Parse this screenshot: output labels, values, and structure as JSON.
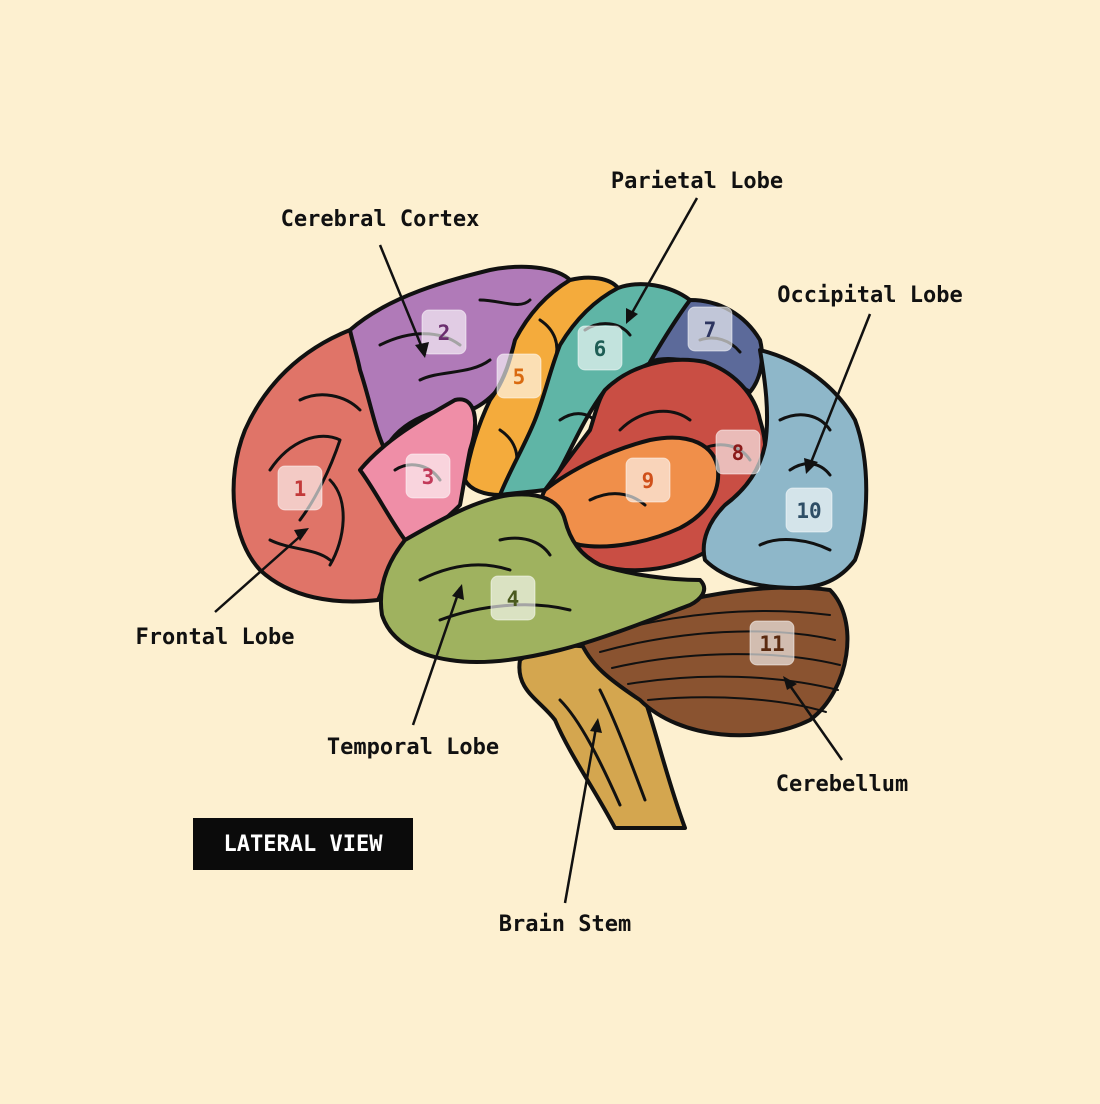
{
  "diagram": {
    "view_label": "LATERAL VIEW",
    "labels": {
      "cerebral_cortex": "Cerebral Cortex",
      "parietal_lobe": "Parietal Lobe",
      "occipital_lobe": "Occipital Lobe",
      "frontal_lobe": "Frontal Lobe",
      "temporal_lobe": "Temporal Lobe",
      "cerebellum": "Cerebellum",
      "brain_stem": "Brain Stem"
    },
    "badges": [
      "1",
      "2",
      "3",
      "4",
      "5",
      "6",
      "7",
      "8",
      "9",
      "10",
      "11"
    ],
    "colors": {
      "background": "#fdf0d0",
      "frontal": "#e07468",
      "cortex_purple": "#b07ab8",
      "pink": "#ef8ea7",
      "temporal": "#9fb25f",
      "orange_yellow": "#f4ab3c",
      "teal": "#5fb5a6",
      "navy": "#5c6a9a",
      "red": "#c94e44",
      "orange": "#f08f4a",
      "occipital": "#8eb7c9",
      "cerebellum": "#8a5330",
      "brain_stem": "#d4a64f"
    }
  }
}
